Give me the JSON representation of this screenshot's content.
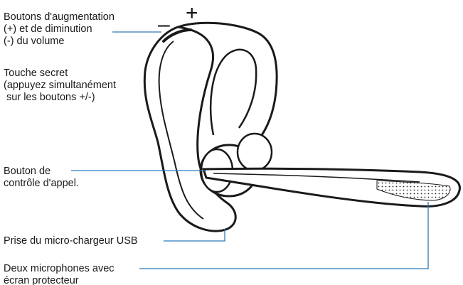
{
  "labels": {
    "volume": [
      "Boutons d'augmentation",
      "(+) et de diminution",
      "(-) du volume"
    ],
    "mute": [
      "Touche secret",
      "(appuyez simultanément",
      " sur les boutons +/-)"
    ],
    "call": [
      "Bouton de",
      "contrôle d'appel."
    ],
    "usb": [
      "Prise du micro-chargeur USB"
    ],
    "mics": [
      "Deux microphones avec",
      "écran protecteur"
    ]
  },
  "signs": {
    "minus": "–",
    "plus": "+"
  },
  "colors": {
    "leader": "#2a7bbd",
    "outline": "#1a1a1a",
    "text": "#1a1a1a"
  }
}
